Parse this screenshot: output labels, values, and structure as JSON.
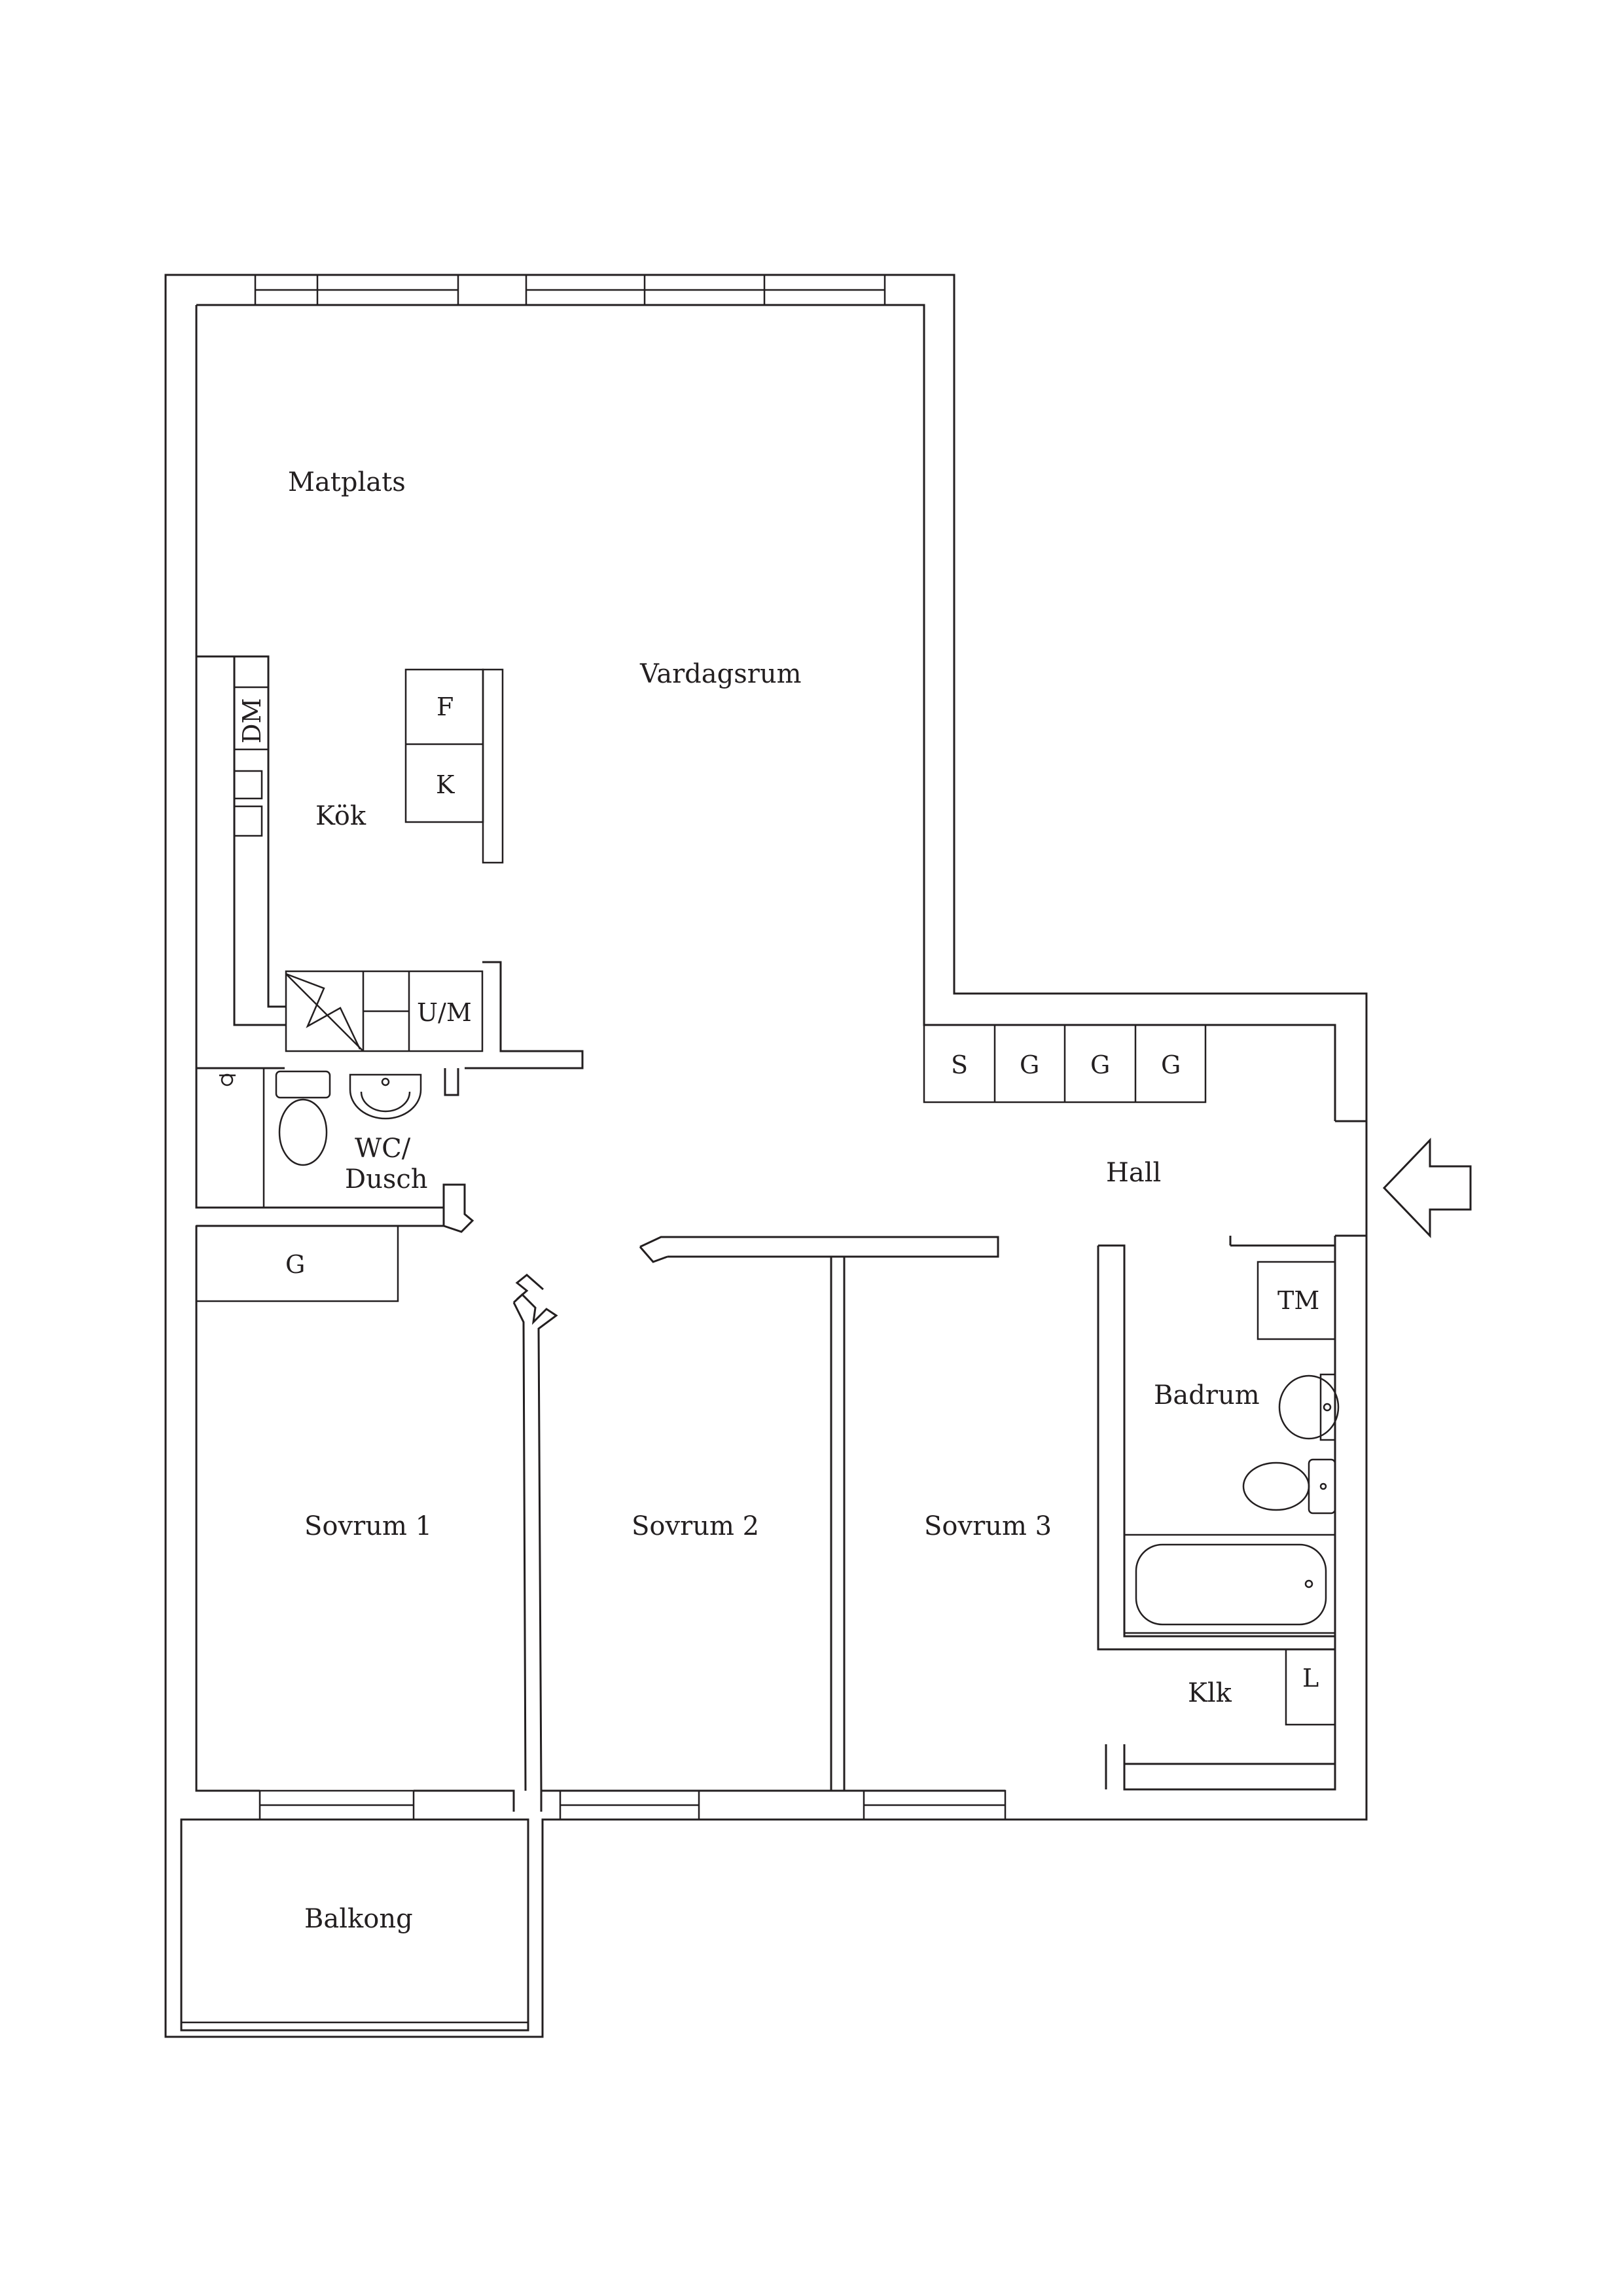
{
  "rooms": {
    "matplats": "Matplats",
    "vardagsrum": "Vardagsrum",
    "kok": "Kök",
    "wc_line1": "WC/",
    "wc_line2": "Dusch",
    "hall": "Hall",
    "badrum": "Badrum",
    "klk": "Klk",
    "sovrum1": "Sovrum 1",
    "sovrum2": "Sovrum 2",
    "sovrum3": "Sovrum 3",
    "balkong": "Balkong"
  },
  "fixtures": {
    "dm": "DM",
    "f": "F",
    "k": "K",
    "um": "U/M",
    "s": "S",
    "g": "G",
    "tm": "TM",
    "l": "L"
  },
  "icons": {
    "entrance": "entrance-arrow-icon",
    "stove_vent": "chimney-flue-icon"
  },
  "colors": {
    "line": "#231f20",
    "background": "#ffffff"
  }
}
